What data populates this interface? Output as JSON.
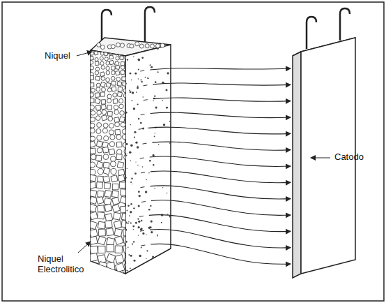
{
  "diagram": {
    "labels": [
      "Niquel",
      "Niquel Electrolitico",
      "Catodo"
    ]
  }
}
